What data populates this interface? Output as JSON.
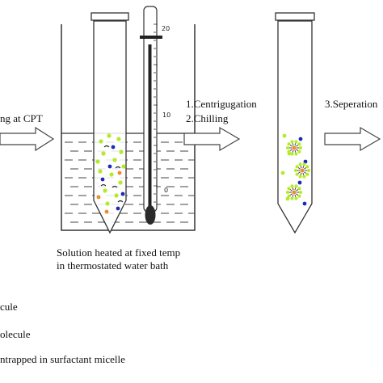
{
  "steps": {
    "step0_label": "ng at CPT",
    "step1_line1": "1.Centrigugation",
    "step1_line2": "2.Chilling",
    "step3_label": "3.Seperation"
  },
  "caption": {
    "line1": "Solution heated at fixed temp",
    "line2": "in thermostated water bath"
  },
  "thermometer": {
    "ticks": [
      "20",
      "10",
      "0"
    ]
  },
  "legend": {
    "item1": "cule",
    "item2": "olecule",
    "item3": "ntrapped in surfactant micelle"
  },
  "colors": {
    "water_lines": "#555555",
    "dot_green": "#b5ea2a",
    "dot_blue": "#1c2bb5",
    "dot_orange": "#f08a2a",
    "outline": "#333333"
  }
}
